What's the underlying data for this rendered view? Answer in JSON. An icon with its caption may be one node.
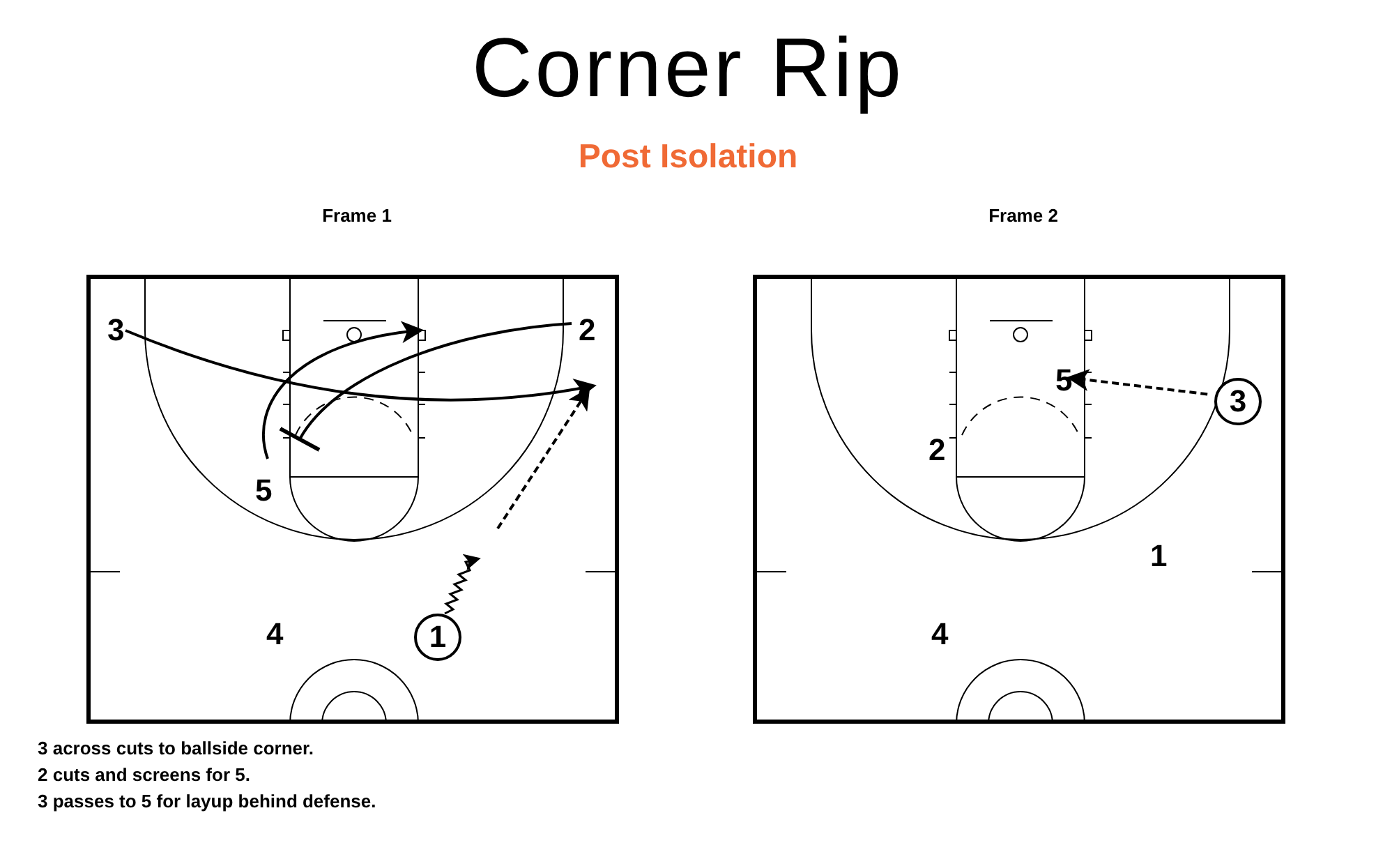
{
  "diagram": {
    "title": "Corner Rip",
    "nodes": [
      {
        "text": [
          "Frame 1"
        ]
      },
      {
        "text": [
          "3"
        ],
        "in": 0
      },
      {
        "text": [
          "2"
        ],
        "in": 0
      },
      {
        "text": [
          "5"
        ],
        "in": 0
      },
      {
        "text": [
          "4"
        ],
        "in": 0
      },
      {
        "text": [
          "1"
        ],
        "in": 0
      },
      {
        "text": [
          "Frame 2"
        ]
      },
      {
        "text": [
          "5"
        ],
        "in": 6
      },
      {
        "text": [
          "3"
        ],
        "in": 6
      },
      {
        "text": [
          "2"
        ],
        "in": 6
      },
      {
        "text": [
          "1"
        ],
        "in": 6
      },
      {
        "text": [
          "4"
        ],
        "in": 6
      }
    ],
    "edges": [
      {
        "from": 1,
        "to": null,
        "arrow": "to"
      },
      {
        "from": 3,
        "to": null,
        "arrow": "to"
      },
      {
        "from": 2,
        "to": 3,
        "arrow": "other"
      },
      {
        "from": 5,
        "to": null,
        "arrow": "to",
        "style": "dashed"
      },
      {
        "from": 8,
        "to": 7,
        "arrow": "to",
        "style": "dashed"
      }
    ],
    "labels": [
      "Post Isolation",
      "3 across cuts to ballside corner.",
      "2 cuts and screens for 5.",
      "3 passes to 5 for layup behind defense."
    ]
  }
}
